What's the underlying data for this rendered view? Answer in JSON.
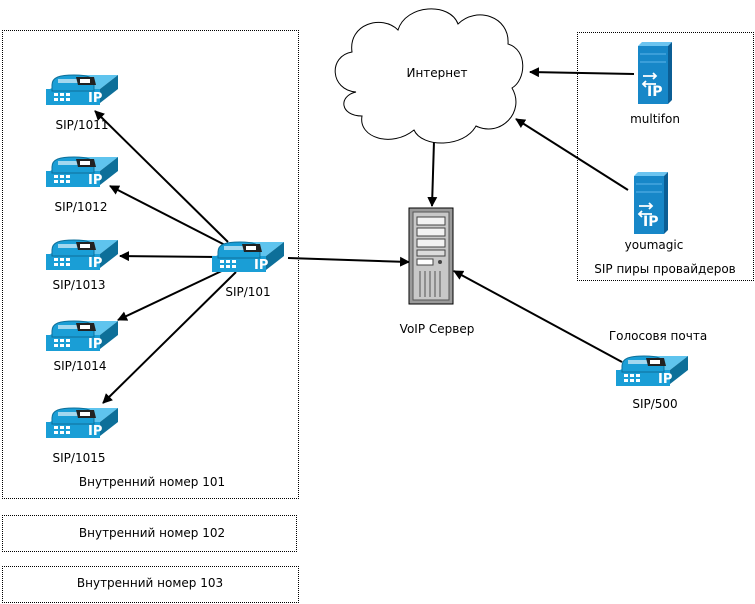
{
  "internet": {
    "label": "Интернет"
  },
  "server": {
    "label": "VoIP Сервер"
  },
  "providers": {
    "group_label": "SIP пиры провайдеров",
    "items": [
      {
        "label": "multifon"
      },
      {
        "label": "youmagic"
      }
    ]
  },
  "voicemail": {
    "caption": "Голосовя почта",
    "label": "SIP/500"
  },
  "ext101": {
    "group_label": "Внутренний номер 101",
    "main_phone": {
      "label": "SIP/101"
    },
    "phones": [
      {
        "label": "SIP/1011"
      },
      {
        "label": "SIP/1012"
      },
      {
        "label": "SIP/1013"
      },
      {
        "label": "SIP/1014"
      },
      {
        "label": "SIP/1015"
      }
    ]
  },
  "ext102": {
    "group_label": "Внутренний номер 102"
  },
  "ext103": {
    "group_label": "Внутренний номер 103"
  },
  "icons": {
    "phone": "ip-phone-icon",
    "server": "server-tower-icon",
    "sip_server": "sip-server-icon",
    "cloud": "cloud-icon"
  },
  "colors": {
    "phone_body": "#1a9ed6",
    "phone_dark": "#0d6f99",
    "sip_server": "#1787c8",
    "server_gray": "#9a9a9a",
    "line": "#000000"
  }
}
